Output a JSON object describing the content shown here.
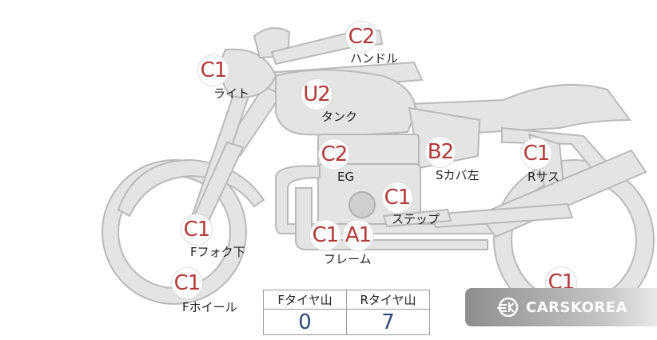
{
  "markers": [
    {
      "code": "C2",
      "label": "ハンドル"
    },
    {
      "code": "C1",
      "label": "ライト"
    },
    {
      "code": "U2",
      "label": "タンク"
    },
    {
      "code": "C2",
      "label": "EG"
    },
    {
      "code": "B2",
      "label": "Sカバ左"
    },
    {
      "code": "C1",
      "label": "Rサス"
    },
    {
      "code": "C1",
      "label": "ステップ"
    },
    {
      "code": "C1",
      "label": "Fフォク下"
    },
    {
      "code": "C1",
      "label": ""
    },
    {
      "code": "A1",
      "label": "フレーム"
    },
    {
      "code": "C1",
      "label": "Fホイール"
    },
    {
      "code": "C1",
      "label": ""
    }
  ],
  "tread_table": {
    "front_header": "Fタイヤ山",
    "rear_header": "Rタイヤ山",
    "front_value": "0",
    "rear_value": "7"
  },
  "brand": {
    "name": "CARSKOREA"
  }
}
